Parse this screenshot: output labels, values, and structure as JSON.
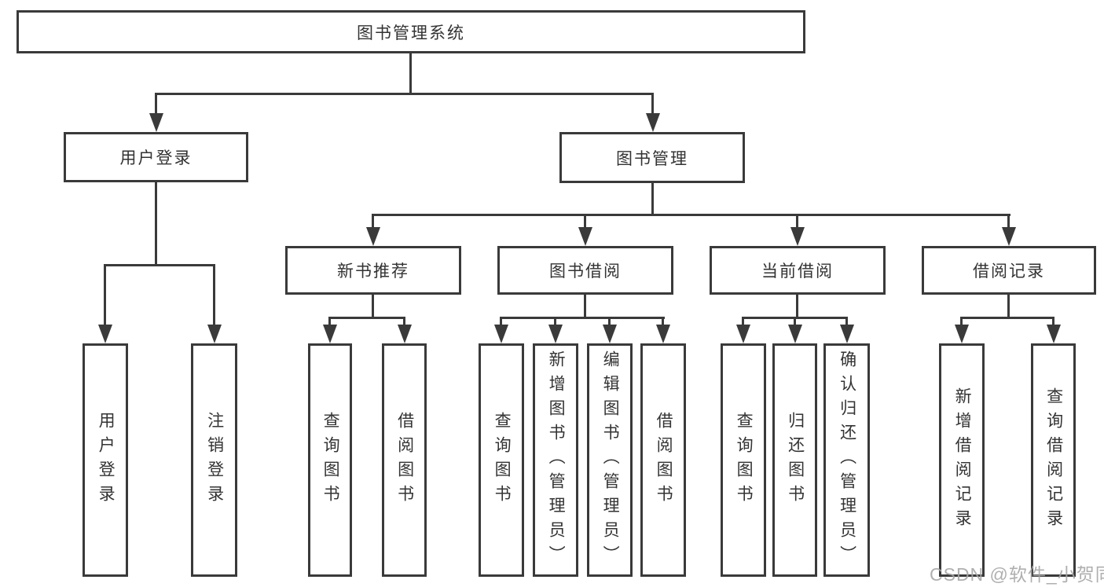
{
  "root": {
    "label": "图书管理系统"
  },
  "level2": [
    {
      "label": "用户登录"
    },
    {
      "label": "图书管理"
    }
  ],
  "level3": [
    {
      "label": "新书推荐"
    },
    {
      "label": "图书借阅"
    },
    {
      "label": "当前借阅"
    },
    {
      "label": "借阅记录"
    }
  ],
  "leaves": [
    {
      "label": "用户登录"
    },
    {
      "label": "注销登录"
    },
    {
      "label": "查询图书"
    },
    {
      "label": "借阅图书"
    },
    {
      "label": "查询图书"
    },
    {
      "label": "新增图书（管理员）"
    },
    {
      "label": "编辑图书（管理员）"
    },
    {
      "label": "借阅图书"
    },
    {
      "label": "查询图书"
    },
    {
      "label": "归还图书"
    },
    {
      "label": "确认归还（管理员）"
    },
    {
      "label": "新增借阅记录"
    },
    {
      "label": "查询借阅记录"
    }
  ],
  "watermark": "CSDN @软件_小贺同学",
  "colors": {
    "line": "#3a3a3a",
    "text": "#333333",
    "background": "#ffffff",
    "watermark": "#a5a5a5"
  }
}
